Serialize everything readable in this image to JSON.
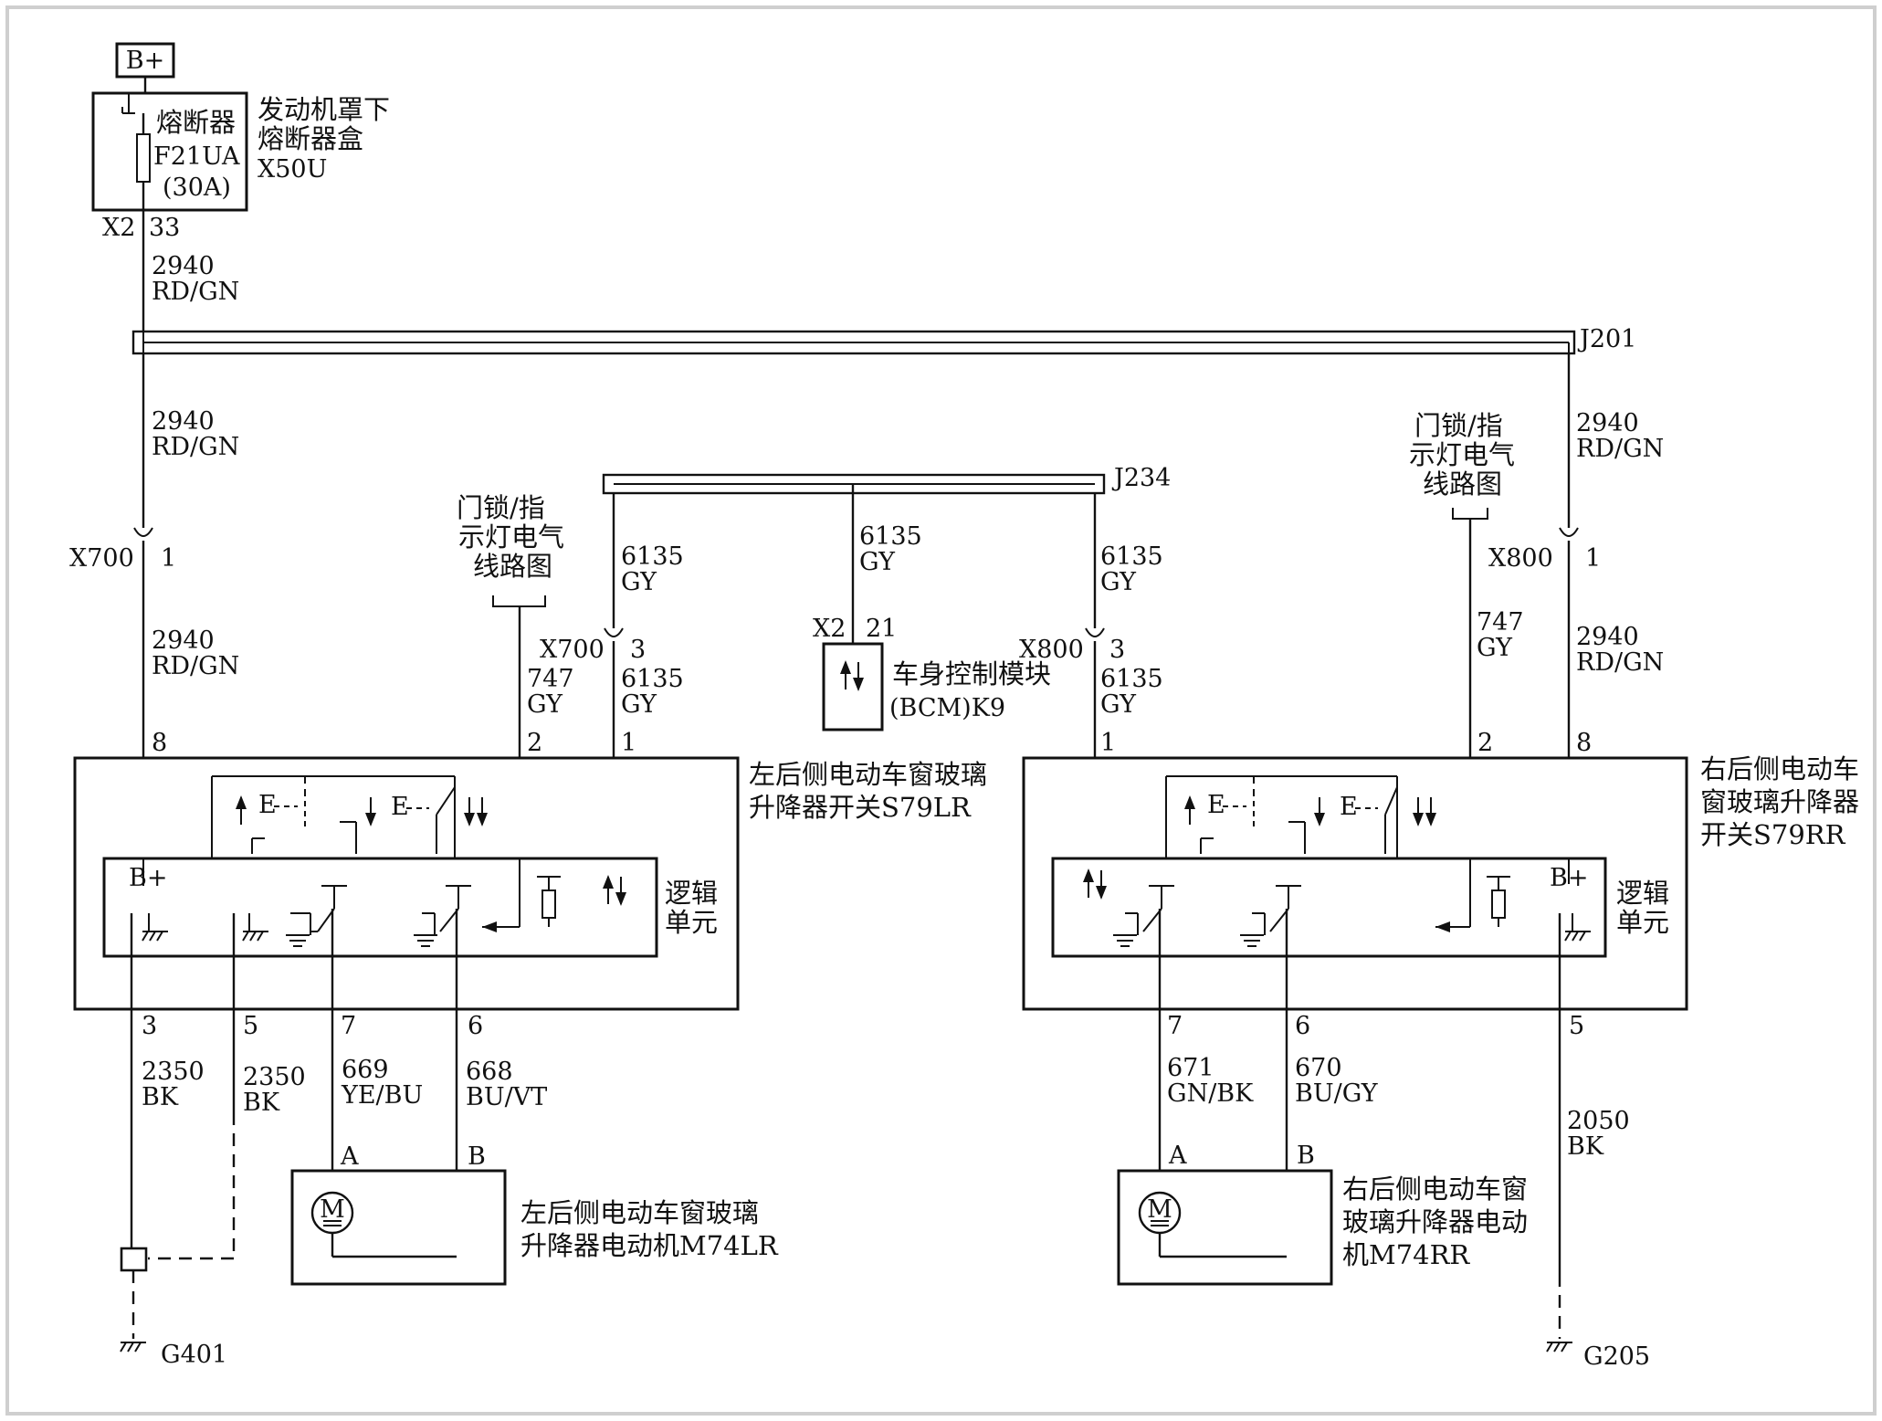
{
  "power": {
    "label": "B+"
  },
  "fuse": {
    "block_label_1": "发动机罩下",
    "block_label_2": "熔断器盒",
    "block_id": "X50U",
    "name": "熔断器",
    "id": "F21UA",
    "rating": "(30A)",
    "connector": "X2",
    "pin": "33"
  },
  "splices": {
    "upper": "J201",
    "lower": "J234"
  },
  "wires": {
    "w2940_circuit": "2940",
    "w2940_color": "RD/GN",
    "w6135_circuit": "6135",
    "w6135_color": "GY",
    "w747_circuit": "747",
    "w747_color": "GY",
    "w2350_circuit": "2350",
    "w2350_color": "BK",
    "w669_circuit": "669",
    "w669_color": "YE/BU",
    "w668_circuit": "668",
    "w668_color": "BU/VT",
    "w671_circuit": "671",
    "w671_color": "GN/BK",
    "w670_circuit": "670",
    "w670_color": "BU/GY",
    "w2050_circuit": "2050",
    "w2050_color": "BK"
  },
  "connectors": {
    "x700": "X700",
    "x800": "X800",
    "x2": "X2",
    "pin_1": "1",
    "pin_3": "3",
    "pin_21": "21"
  },
  "door_lock_ref": {
    "line1": "门锁/指",
    "line2": "示灯电气",
    "line3": "线路图"
  },
  "bcm": {
    "name": "车身控制模块",
    "id": "(BCM)K9"
  },
  "left_switch": {
    "name_line1": "左后侧电动车窗玻璃",
    "name_line2": "升降器开关S79LR",
    "pins_top": [
      "8",
      "2",
      "1"
    ],
    "pins_bottom": [
      "3",
      "5",
      "7",
      "6"
    ]
  },
  "right_switch": {
    "name_line1": "右后侧电动车",
    "name_line2": "窗玻璃升降器",
    "name_line3": "开关S79RR",
    "pins_top": [
      "1",
      "2",
      "8"
    ],
    "pins_bottom": [
      "7",
      "6",
      "5"
    ]
  },
  "logic_unit": {
    "line1": "逻辑",
    "line2": "单元",
    "bplus": "B+"
  },
  "left_motor": {
    "name_line1": "左后侧电动车窗玻璃",
    "name_line2": "升降器电动机M74LR",
    "pin_a": "A",
    "pin_b": "B",
    "symbol": "M"
  },
  "right_motor": {
    "name_line1": "右后侧电动车窗",
    "name_line2": "玻璃升降器电动",
    "name_line3": "机M74RR",
    "pin_a": "A",
    "pin_b": "B",
    "symbol": "M"
  },
  "grounds": {
    "left": "G401",
    "right": "G205"
  }
}
